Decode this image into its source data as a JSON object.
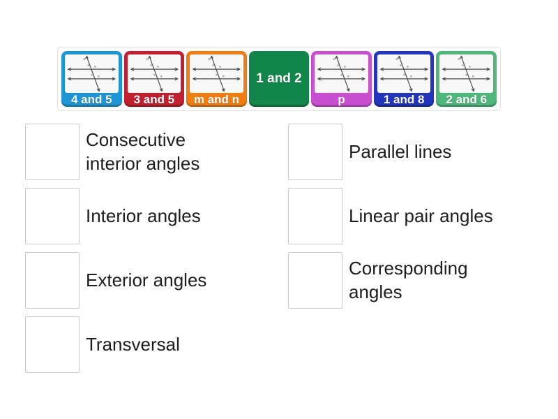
{
  "activity": {
    "type": "match-up",
    "background_color": "#ffffff",
    "text_color": "#1d1d1d"
  },
  "bank": {
    "border_color": "#e4e4e4",
    "background_color": "#fcfcfc",
    "items": [
      {
        "label": "4 and 5",
        "color": "#1e96d6",
        "has_diagram": true
      },
      {
        "label": "3 and 5",
        "color": "#c3202f",
        "has_diagram": true
      },
      {
        "label": "m and n",
        "color": "#ef7d11",
        "has_diagram": true
      },
      {
        "label": "1 and 2",
        "color": "#12854a",
        "has_diagram": false
      },
      {
        "label": "p",
        "color": "#c94fd1",
        "has_diagram": true
      },
      {
        "label": "1 and 8",
        "color": "#2336bb",
        "has_diagram": true
      },
      {
        "label": "2 and 6",
        "color": "#4eb77b",
        "has_diagram": true
      }
    ]
  },
  "matches": {
    "left": [
      {
        "label": "Consecutive\ninterior angles"
      },
      {
        "label": "Interior angles"
      },
      {
        "label": "Exterior angles"
      },
      {
        "label": "Transversal"
      }
    ],
    "right": [
      {
        "label": "Parallel lines"
      },
      {
        "label": "Linear pair angles"
      },
      {
        "label": "Corresponding\nangles"
      }
    ]
  }
}
